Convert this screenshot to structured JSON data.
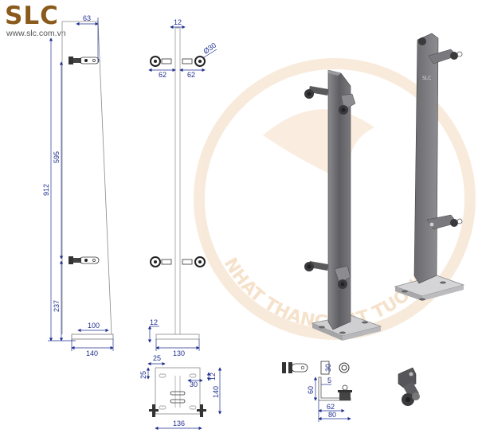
{
  "brand": {
    "logo_text": "SLC",
    "url": "www.slc.com.vn",
    "color": "#8a5a1c"
  },
  "watermark": {
    "text": "NHAT THANG CAT TUONG",
    "color": "#f3d5b5"
  },
  "colors": {
    "dimension": "#1f2f8f",
    "outline": "#555555",
    "metal": "#6f6f72",
    "metal_light": "#bdbdbd"
  },
  "side_view": {
    "dims": {
      "top_offset": "63",
      "total_height": "912",
      "upper_span": "595",
      "lower_height": "237",
      "top_width": "100",
      "base_width": "140"
    }
  },
  "front_view": {
    "dims": {
      "post_thickness": "12",
      "left_arm": "62",
      "right_arm": "62",
      "roller_diameter": "Ø30",
      "base_thickness": "12",
      "base_width": "130"
    }
  },
  "base_plate_view": {
    "dims": {
      "slot_offset_x": "25",
      "slot_offset_y": "25",
      "slot_height": "12",
      "slot_length": "30",
      "plate_height": "140",
      "bolt_span": "136"
    }
  },
  "bracket_detail": {
    "dims": {
      "roller_width": "30",
      "bracket_height": "60",
      "thickness": "5",
      "arm_length": "62",
      "total_length": "80"
    }
  }
}
